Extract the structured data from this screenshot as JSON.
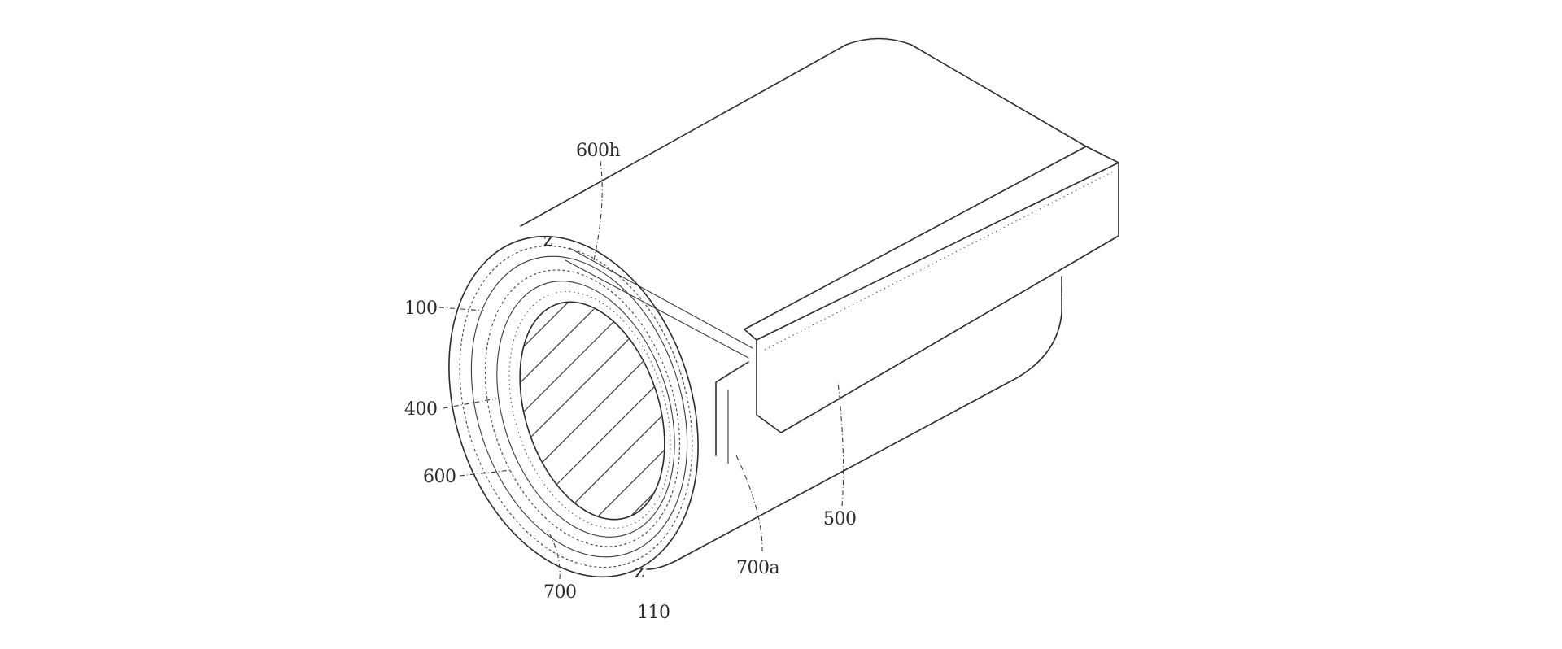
{
  "labels": {
    "l600h": "600h",
    "l100": "100",
    "l400": "400",
    "l600": "600",
    "l700": "700",
    "l700a": "700a",
    "l500": "500",
    "l10": "110",
    "z1": "z",
    "z2": "z"
  }
}
